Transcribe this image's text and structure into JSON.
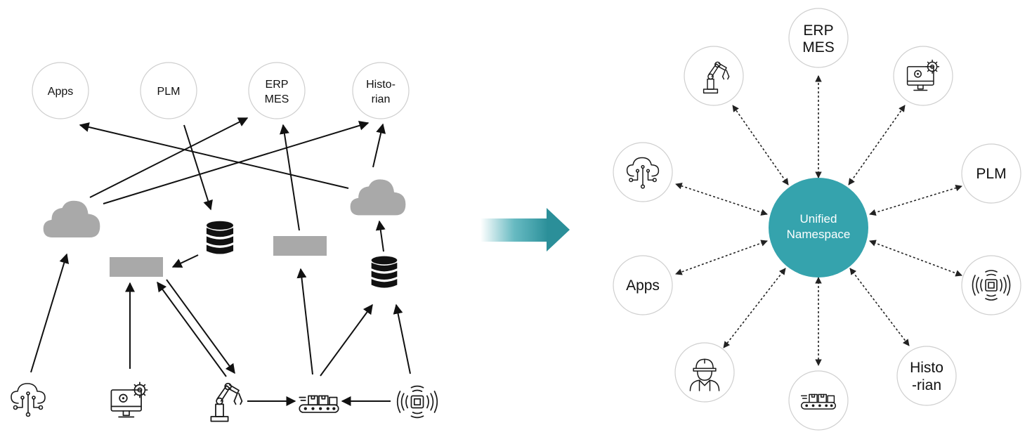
{
  "left": {
    "apps": "Apps",
    "plm": "PLM",
    "erp": [
      "ERP",
      "MES"
    ],
    "historian": [
      "Histo-",
      "rian"
    ]
  },
  "right": {
    "hub": [
      "Unified",
      "Namespace"
    ],
    "erp": [
      "ERP",
      "MES"
    ],
    "plm": "PLM",
    "apps": "Apps",
    "historian": [
      "Histo",
      "-rian"
    ]
  },
  "icons": [
    "cloud-icon",
    "database-icon",
    "robot-arm-icon",
    "conveyor-icon",
    "sensor-icon",
    "computer-gear-icon",
    "worker-icon",
    "cloud-network-icon"
  ],
  "colors": {
    "hub": "#35a3ad",
    "arrow": "#35a3ad",
    "gray_box": "#a9a9a9"
  }
}
